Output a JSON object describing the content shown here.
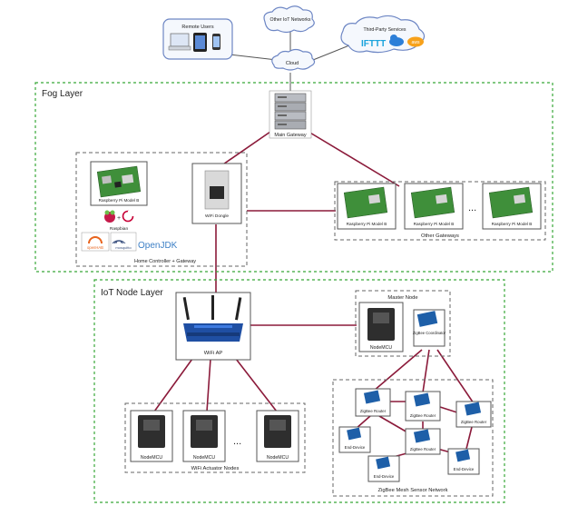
{
  "cloud": {
    "remote_users": "Remote Users",
    "other_iot": "Other IoT Networks",
    "third_party": "Third-Party Services",
    "center": "Cloud",
    "ifttt": "IFTTT",
    "aws": "aws"
  },
  "fog": {
    "title": "Fog Layer",
    "main_gateway": "Main Gateway",
    "rpi_label": "Raspberry Pi Model B",
    "wifi_dongle": "WiFi Dongle",
    "raspbian": "Raspbian",
    "openhab": "openHAB",
    "mosquitto": "mosquitto",
    "openjdk": "OpenJDK",
    "home_controller": "Home Controller + Gateway",
    "other_gateways": "Other Gateways",
    "ellipsis": "..."
  },
  "iot": {
    "title": "IoT Node Layer",
    "wifi_ap": "WiFi AP",
    "master_node": "Master Node",
    "nodemcu": "NodeMCU",
    "zigbee_coordinator": "ZigBee Coordinator",
    "zigbee_router": "ZigBee Router",
    "end_device": "End-Device",
    "actuator_nodes": "WiFi Actuator Nodes",
    "mesh_network": "ZigBee Mesh Sensor Network",
    "ellipsis": "..."
  },
  "colors": {
    "edge": "#8b1a3a",
    "layer_border": "#38a838",
    "router_body": "#1f4fa3"
  }
}
